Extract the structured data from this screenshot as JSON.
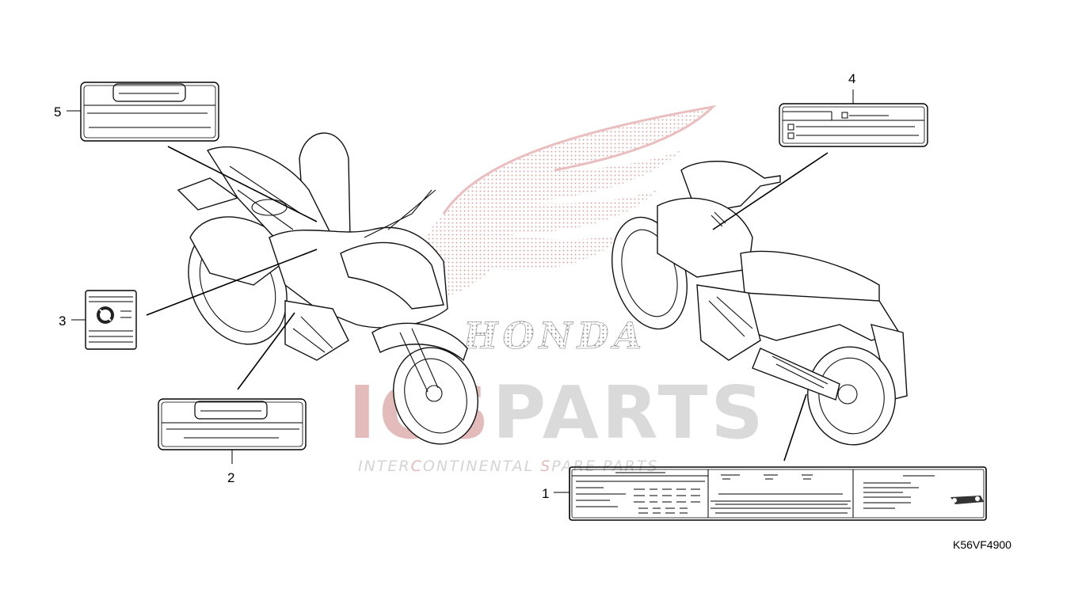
{
  "diagram": {
    "code": "K56VF4900",
    "callouts": [
      {
        "id": "1",
        "label": "1"
      },
      {
        "id": "2",
        "label": "2"
      },
      {
        "id": "3",
        "label": "3"
      },
      {
        "id": "4",
        "label": "4"
      },
      {
        "id": "5",
        "label": "5"
      }
    ]
  },
  "watermark": {
    "brand": "ICSPARTS",
    "brand_prefix": "ICS",
    "brand_suffix": "PARTS",
    "tagline_a": "INTER",
    "tagline_b": "C",
    "tagline_c": "ONTINENTAL ",
    "tagline_d": "S",
    "tagline_e": "PARE PARTS",
    "logo_text": "HONDA",
    "red": "#c8262d",
    "gray": "#b5b5b5"
  }
}
